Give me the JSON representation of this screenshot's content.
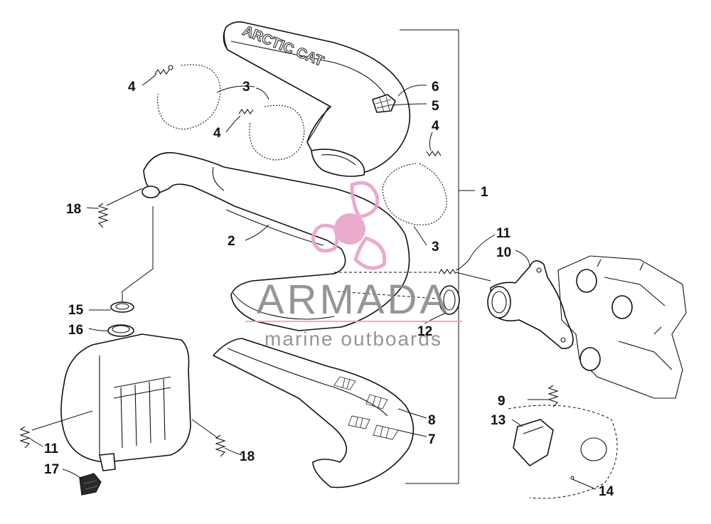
{
  "emboss_text": "ARCTIC CAT",
  "callouts": {
    "c1": "1",
    "c2": "2",
    "c3a": "3",
    "c3b": "3",
    "c4a": "4",
    "c4b": "4",
    "c4c": "4",
    "c5": "5",
    "c6": "6",
    "c7": "7",
    "c8": "8",
    "c9": "9",
    "c10": "10",
    "c11a": "11",
    "c11b": "11",
    "c12": "12",
    "c13": "13",
    "c14": "14",
    "c15": "15",
    "c16": "16",
    "c17": "17",
    "c18a": "18",
    "c18b": "18"
  },
  "watermark": {
    "brand": "ARMADA",
    "tagline": "marine outboards",
    "logo_color": "#e8a3c8",
    "text_color": "#8a8a8a"
  }
}
